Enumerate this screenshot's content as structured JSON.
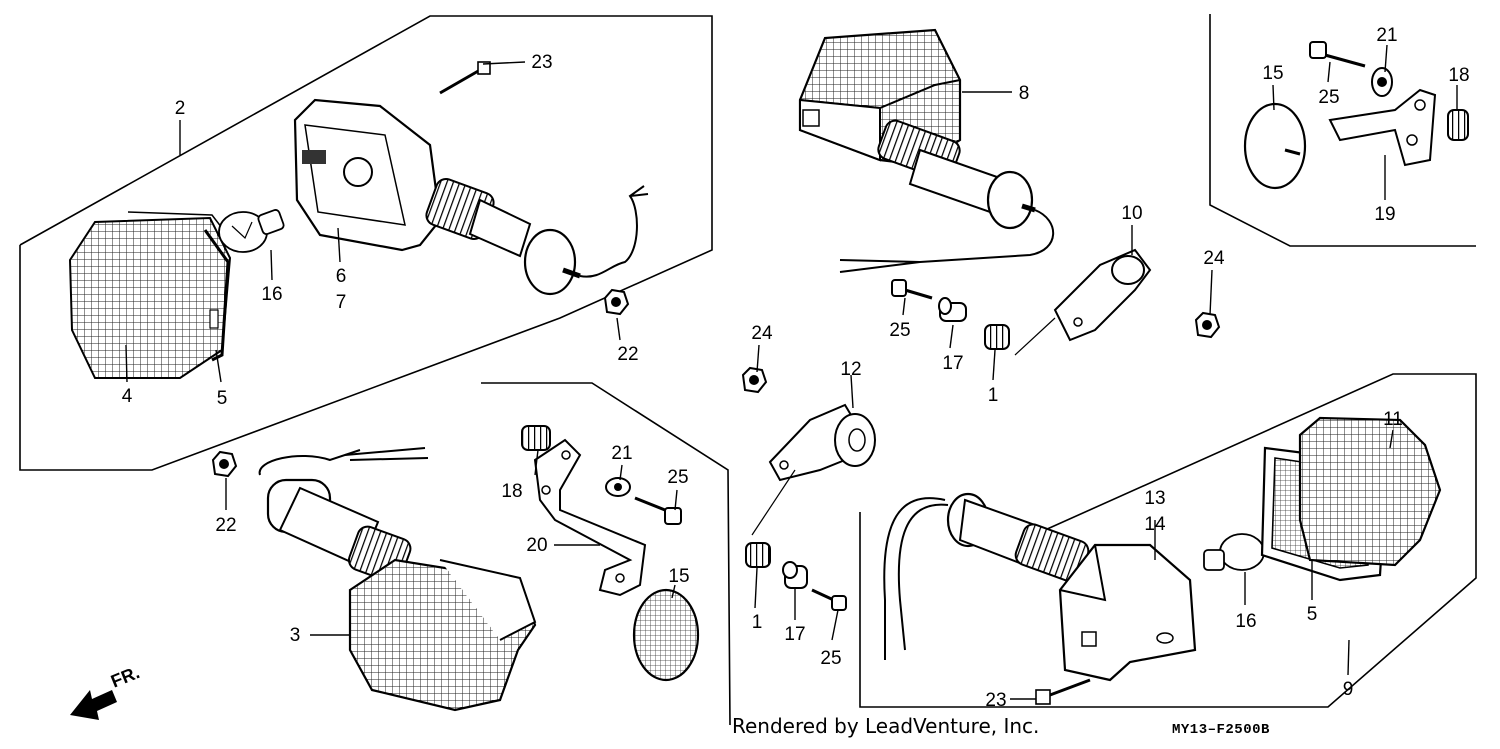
{
  "diagram": {
    "credit": "Rendered by LeadVenture, Inc.",
    "code": "MY13–F2500B",
    "direction_label": "FR.",
    "callouts": {
      "c2": "2",
      "c23a": "23",
      "c16a": "16",
      "c6": "6",
      "c7": "7",
      "c4": "4",
      "c5a": "5",
      "c22a": "22",
      "c22b": "22",
      "c18a": "18",
      "c21a": "21",
      "c25a": "25",
      "c20": "20",
      "c15a": "15",
      "c3": "3",
      "c8": "8",
      "c10": "10",
      "c25b": "25",
      "c17a": "17",
      "c1a": "1",
      "c24a": "24",
      "c24b": "24",
      "c12": "12",
      "c1b": "1",
      "c17b": "17",
      "c25c": "25",
      "c15b": "15",
      "c21b": "21",
      "c18b": "18",
      "c25d": "25",
      "c19": "19",
      "c11": "11",
      "c13": "13",
      "c14": "14",
      "c16b": "16",
      "c5b": "5",
      "c9": "9",
      "c23b": "23"
    },
    "parts": [
      "lens-4",
      "gasket-5",
      "bulb-16",
      "winker-front-left-6-7",
      "winker-front-right-3",
      "winker-rear-8",
      "stay-10",
      "stay-12",
      "bracket-20",
      "bracket-19",
      "reflector-15",
      "lens-11",
      "gasket-5-rear",
      "bulb-16-rear",
      "winker-rear-13-14",
      "screw-23",
      "nut-22",
      "nut-24",
      "collar-17",
      "bolt-25",
      "washer-21",
      "nut-18",
      "rubber-1"
    ]
  }
}
